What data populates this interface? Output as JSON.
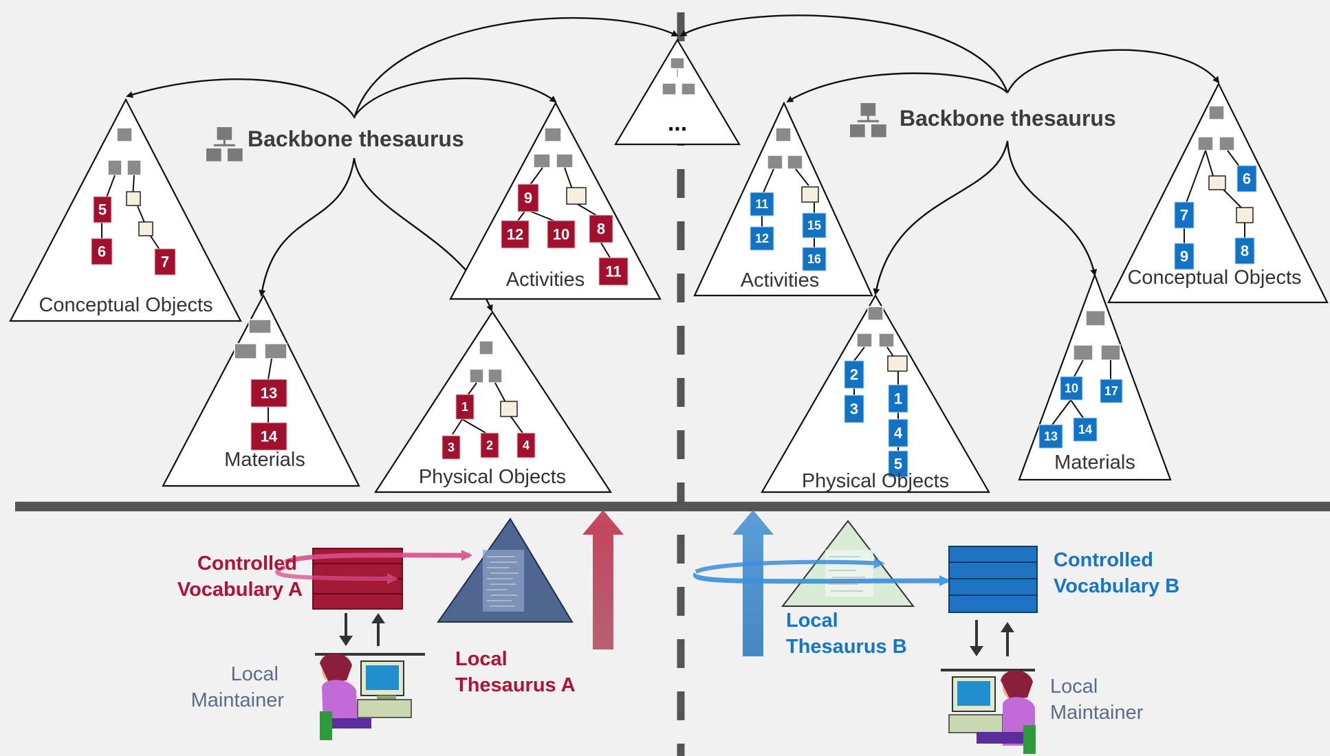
{
  "backbone": {
    "left_title": "Backbone thesaurus",
    "right_title": "Backbone thesaurus",
    "center_ellipsis": "..."
  },
  "left": {
    "conceptual_objects": {
      "label": "Conceptual Objects",
      "nodes": [
        "5",
        "6",
        "7"
      ]
    },
    "activities": {
      "label": "Activities",
      "nodes": [
        "9",
        "12",
        "10",
        "8",
        "11"
      ]
    },
    "materials": {
      "label": "Materials",
      "nodes": [
        "13",
        "14"
      ]
    },
    "physical_objects": {
      "label": "Physical Objects",
      "nodes": [
        "1",
        "3",
        "2",
        "4"
      ]
    },
    "controlled_vocabulary": "Controlled Vocabulary A",
    "local_thesaurus": "Local Thesaurus A",
    "maintainer": "Local Maintainer"
  },
  "right": {
    "activities": {
      "label": "Activities",
      "nodes": [
        "11",
        "12",
        "15",
        "16"
      ]
    },
    "conceptual_objects": {
      "label": "Conceptual Objects",
      "nodes": [
        "6",
        "7",
        "9",
        "8"
      ]
    },
    "physical_objects": {
      "label": "Physical Objects",
      "nodes": [
        "2",
        "3",
        "1",
        "4",
        "5"
      ]
    },
    "materials": {
      "label": "Materials",
      "nodes": [
        "10",
        "17",
        "13",
        "14"
      ]
    },
    "controlled_vocabulary": "Controlled Vocabulary B",
    "local_thesaurus": "Local Thesaurus B",
    "maintainer": "Local Maintainer"
  },
  "colors": {
    "left_accent": "#a3102e",
    "right_accent": "#1272c4",
    "divider": "#555555",
    "background": "#f1f1f1"
  },
  "icons": [
    "hierarchy-icon",
    "computer-user-icon",
    "up-arrow-icon",
    "down-arrow-icon"
  ]
}
